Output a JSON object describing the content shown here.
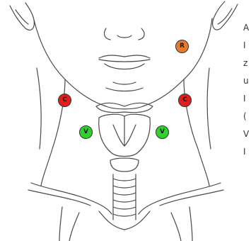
{
  "markers": {
    "r": {
      "label": "R",
      "color": "#e8792f"
    },
    "cl": {
      "label": "C",
      "color": "#e01e1e"
    },
    "cr": {
      "label": "C",
      "color": "#e01e1e"
    },
    "vl": {
      "label": "V",
      "color": "#2fd12f"
    },
    "vr": {
      "label": "V",
      "color": "#2fd12f"
    }
  },
  "side_text": [
    "A",
    "I",
    "z",
    "u",
    "I",
    "(",
    "V",
    "I"
  ],
  "colors": {
    "line": "#4a4a4a",
    "background": "#ffffff"
  }
}
